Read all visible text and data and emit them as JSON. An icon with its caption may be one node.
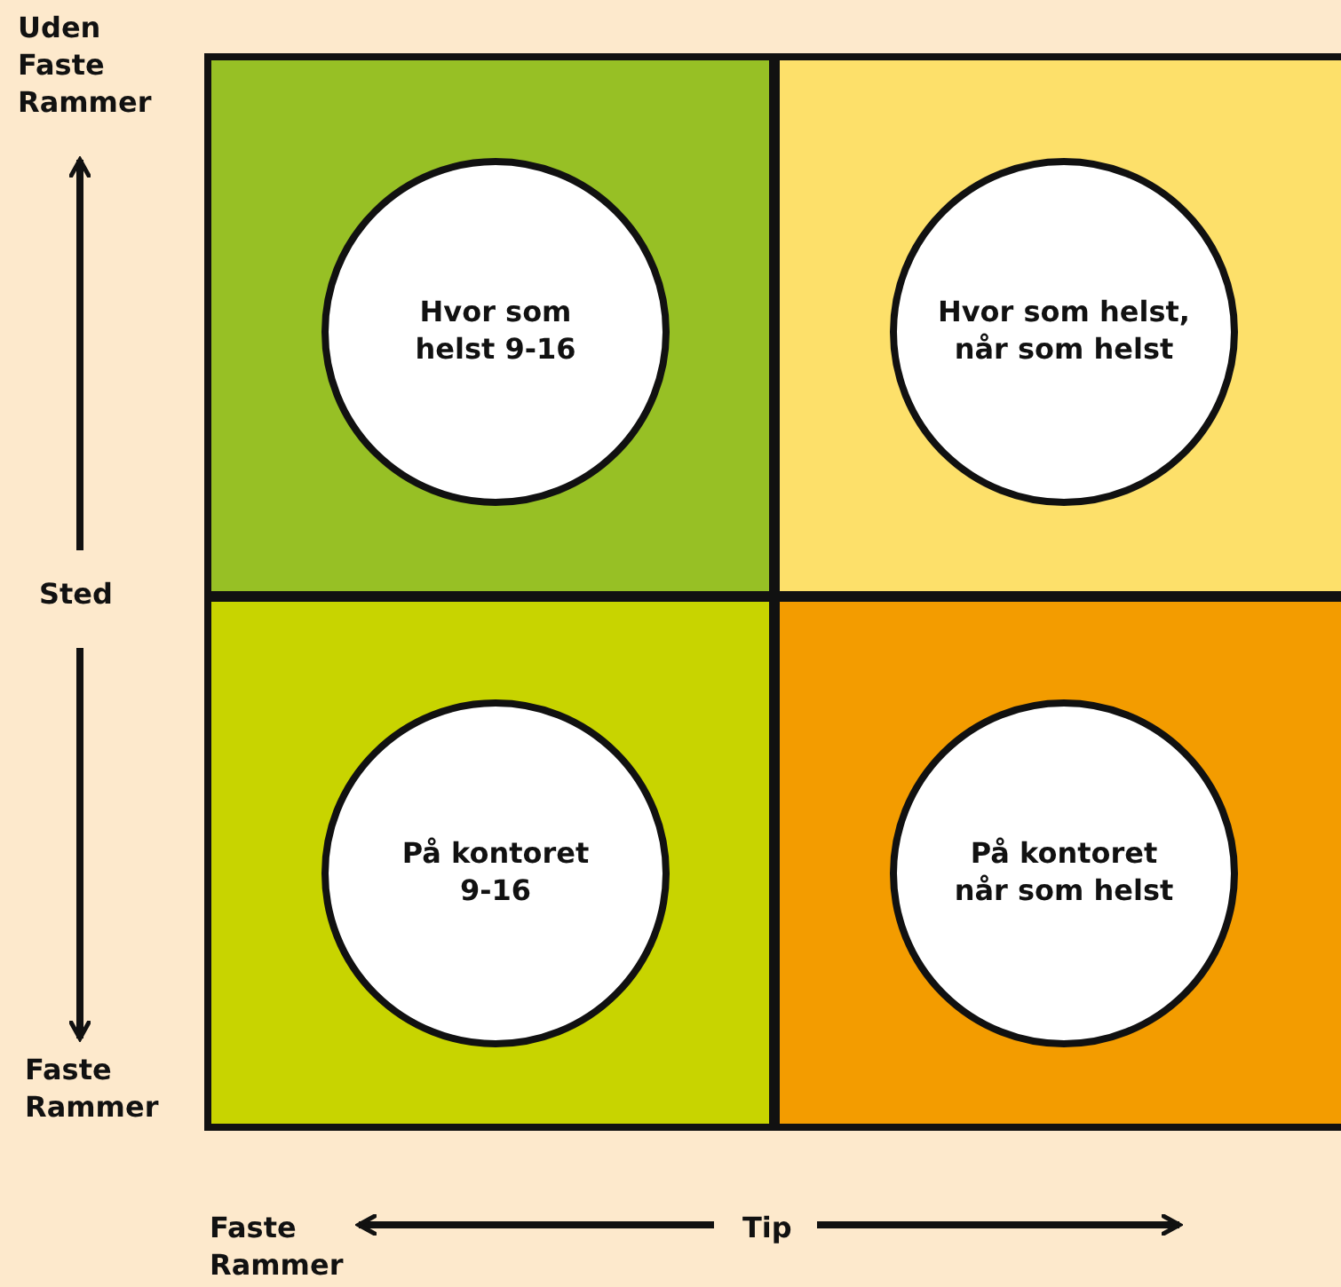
{
  "diagram": {
    "nodes": [
      {
        "text": [],
        "shape": "box"
      },
      {
        "text": [
          "Hvor som helst 9-16"
        ],
        "in": 0
      },
      {
        "text": [],
        "shape": "box"
      },
      {
        "text": [
          "Hvor som helst, når som helst"
        ],
        "in": 2
      },
      {
        "text": [],
        "shape": "box"
      },
      {
        "text": [
          "På kontoret 9-16"
        ],
        "in": 4
      },
      {
        "text": [],
        "shape": "box"
      },
      {
        "text": [
          "På kontoret når som helst"
        ],
        "in": 6
      }
    ],
    "edges": [],
    "labels": [
      "Uden Faste Rammer",
      "Sted",
      "Faste Rammer",
      "Faste Rammer",
      "Tip"
    ]
  }
}
